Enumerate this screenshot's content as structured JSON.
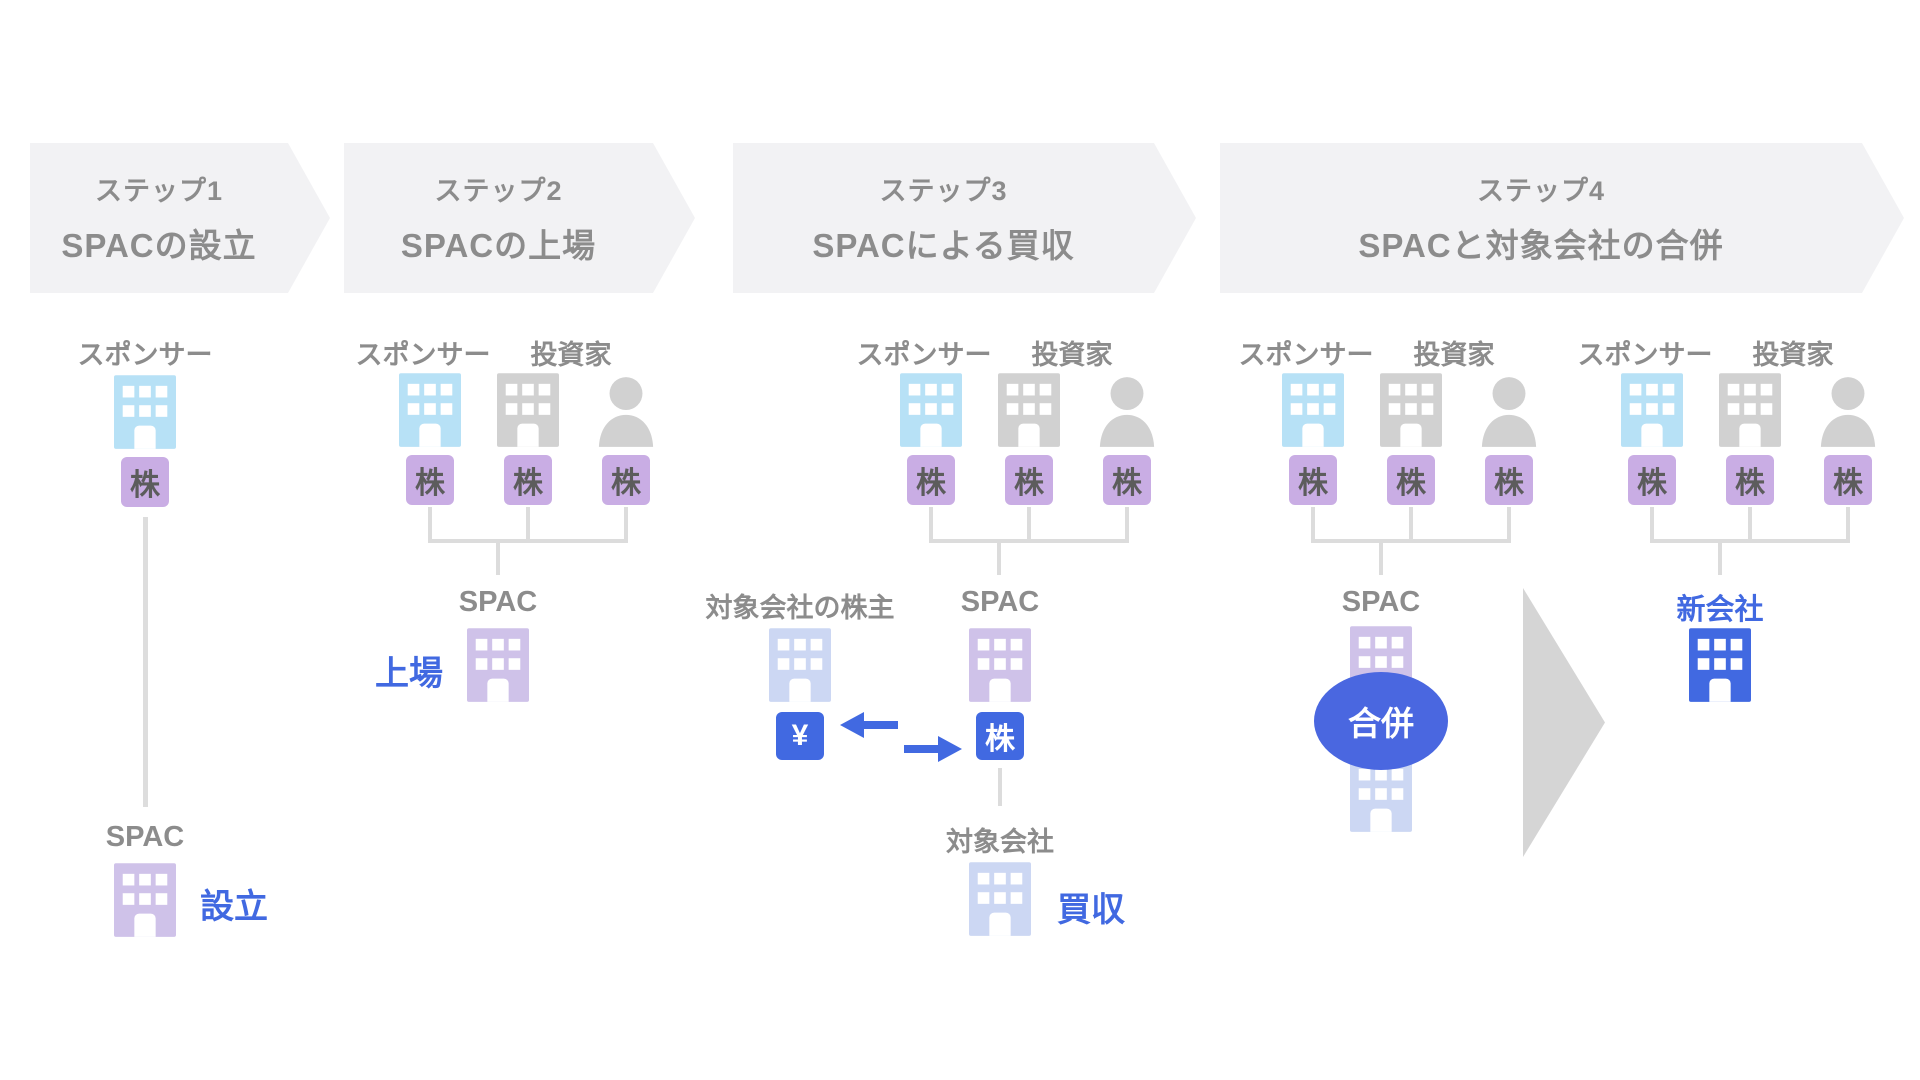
{
  "steps": [
    {
      "step_label": "ステップ1",
      "title": "SPACの設立"
    },
    {
      "step_label": "ステップ2",
      "title": "SPACの上場"
    },
    {
      "step_label": "ステップ3",
      "title": "SPACによる買収"
    },
    {
      "step_label": "ステップ4",
      "title": "SPACと対象会社の合併"
    }
  ],
  "labels": {
    "sponsor": "スポンサー",
    "investor": "投資家",
    "share": "株",
    "spac": "SPAC",
    "yen": "¥",
    "target_shareholders": "対象会社の株主",
    "target_company": "対象会社",
    "new_company": "新会社"
  },
  "annotations": {
    "establish": "設立",
    "listing": "上場",
    "acquisition": "買収",
    "merger": "合併"
  },
  "colors": {
    "banner_bg": "#f2f2f4",
    "label_gray": "#8c8c8c",
    "sponsor_building_blue": "#b7e1f6",
    "investor_gray": "#d1d1d1",
    "share_badge_purple": "#c9ade4",
    "spac_building_purple": "#cfc2e9",
    "target_building_periwinkle": "#ccd7f3",
    "accent_blue": "#4169e1",
    "connector_gray": "#dcdcdc",
    "triangle_gray": "#d5d5d5"
  }
}
